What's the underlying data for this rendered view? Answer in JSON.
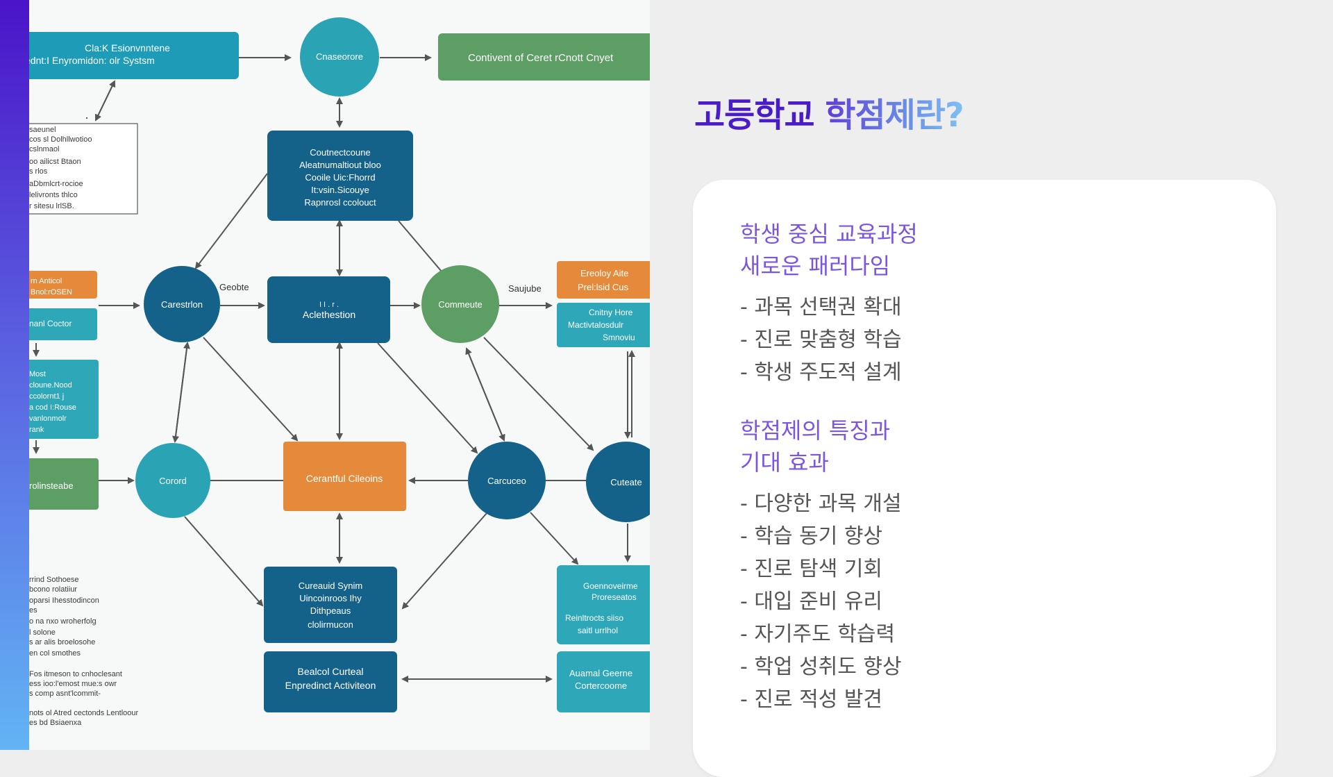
{
  "slide": {
    "title_part1": "고등학교",
    "title_part2": "학점제란?"
  },
  "sections": [
    {
      "heading_line1": "학생 중심 교육과정",
      "heading_line2": "새로운 패러다임",
      "bullets": [
        "- 과목 선택권 확대",
        "- 진로 맞춤형 학습",
        "- 학생 주도적 설계"
      ]
    },
    {
      "heading_line1": "학점제의 특징과",
      "heading_line2": "기대 효과",
      "bullets": [
        "- 다양한 과목 개설",
        "- 학습 동기 향상",
        "- 진로 탐색 기회",
        "- 대입 준비 유리",
        "- 자기주도 학습력",
        "- 학업 성취도 향상",
        "- 진로 적성 발견"
      ]
    }
  ],
  "diagram": {
    "colors": {
      "teal": "#1e9bb6",
      "circle_teal": "#2aa3b5",
      "navy": "#14628a",
      "green": "#5c9e64",
      "orange": "#e58a3a",
      "light_teal": "#2ea8b8",
      "arrow": "#555555"
    },
    "labels": {
      "top_left_box_1": "Cla:K Esionvnntene",
      "top_left_box_2": "ednt:I Enyromidon: olr Systsm",
      "top_circle": "Cnaseorore",
      "top_right_box": "Contivent of Ceret rCnott Cnyet",
      "center_box_1": "Coutnectcoune",
      "center_box_2": "Aleatnumaltiout bloo",
      "center_box_3": "Cooile Uic:Fhorrd",
      "center_box_4": "It:vsin.Sicouye",
      "center_box_5": "Rapnrosl ccolouct",
      "left_mid_circle": "Carestrlon",
      "edge_label_left": "Geobte",
      "mid_box_small": "I I . r .",
      "mid_box": "Aclethestion",
      "green_circle": "Commeute",
      "edge_label_right": "Saujube",
      "orange_right_1": "Ereoloy Aite",
      "orange_right_2": "Prel:lsid Cus",
      "teal_right_1": "Cnitny Hore",
      "teal_right_2": "Mactivtalosdulr",
      "teal_right_3": "Smnoviu",
      "orange_left_1": "rn Anticol",
      "orange_left_2": "Bnol:rOSEN",
      "teal_left": "nanl Coctor",
      "left_teal_block_1": "Most",
      "left_teal_block_2": "cloune.Nood",
      "left_teal_block_3": "ccolornt1 j",
      "left_teal_block_4": "a cod I:Rouse",
      "left_teal_block_5": "vanlonmolr",
      "left_teal_block_6": "rank",
      "green_left_box": "rolinsteabe",
      "bottom_left_circle": "Corord",
      "orange_center": "Cerantful Cileoins",
      "bottom_mid_circle": "Carcuceo",
      "bottom_right_circle": "Cuteate",
      "lower_center_box_1": "Cureauid Synim",
      "lower_center_box_2": "Uincoinroos Ihy",
      "lower_center_box_3": "Dithpeaus",
      "lower_center_box_4": "clolirmucon",
      "bottom_center_box_1": "Bealcol Curteal",
      "bottom_center_box_2": "Enpredinct Activiteon",
      "lower_right_box_1": "Goennoveirme",
      "lower_right_box_2": "Proreseatos",
      "lower_right_box_3": "Reinltrocts siiso",
      "lower_right_box_4": "saitl urrlhol",
      "bottom_right_box_1": "Auamal Geerne",
      "bottom_right_box_2": "Cortercoome",
      "note_box": [
        "saeunel",
        "cos sl Dolhllwotioo",
        "cslnmaol",
        "oo ailicst Btaon",
        "s rlos",
        "aDbmlcrt-rocioe",
        "lelivronts thlco",
        "r sitesu lrlSB."
      ],
      "note_bottom_1": [
        "rrind Sothoese",
        "bcono rolatiiur",
        "oparsi Ihesstodincon",
        "es",
        "o na nxo wroherfolg",
        "l solone",
        "s ar alis broelosohe",
        "en col smothes"
      ],
      "note_bottom_2": [
        "Fos itmeson to cnhoclesant",
        "ess ioo:l'emost mue:s owr",
        "s comp asnt'lcommit-"
      ],
      "note_bottom_3": [
        "nots ol Atred cectonds Lentloour",
        "es bd Bsiaenxa"
      ]
    }
  }
}
